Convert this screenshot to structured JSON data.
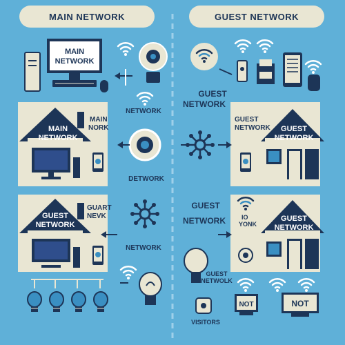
{
  "colors": {
    "background": "#5fb0d8",
    "panel": "#e9e6d3",
    "navy": "#1d3557",
    "screen": "#2f4e8c",
    "white": "#ffffff",
    "bulb": "#3a8fc2"
  },
  "headers": {
    "left": "MAIN NETWORK",
    "right": "GUEST NETWORK"
  },
  "left": {
    "monitor_label_line1": "MAIN",
    "monitor_label_line2": "NETWORK",
    "house1_label_line1": "MAIN",
    "house1_label_line2": "NETWORK",
    "house1_side_line1": "MAIN",
    "house1_side_line2": "NORK",
    "house2_label_line1": "GUEST",
    "house2_label_line2": "NETWORK",
    "house2_side_line1": "GUART",
    "house2_side_line2": "NEVK"
  },
  "center": {
    "network_label_1": "NETWORK",
    "network_label_2": "DETWORK",
    "network_label_3": "NETWORK",
    "guest_label_line1": "GUEST",
    "guest_label_line2": "NETWORK",
    "guest_label2_line1": "GUEST",
    "guest_label2_line2": "NETWORK"
  },
  "right": {
    "house1_label_line1": "GUEST",
    "house1_label_line2": "NETWORK",
    "house1_side_line1": "GUEST",
    "house1_side_line2": "NETWORK",
    "house2_label_line1": "GUEST",
    "house2_label_line2": "NETWORK",
    "house2_side_line1": "IO",
    "house2_side_line2": "YONK",
    "small_label_line1": "GUEST",
    "small_label_line2": "NETWOLK",
    "sign1": "NOT",
    "sign2": "NOT",
    "visitors": "VISITORS"
  }
}
